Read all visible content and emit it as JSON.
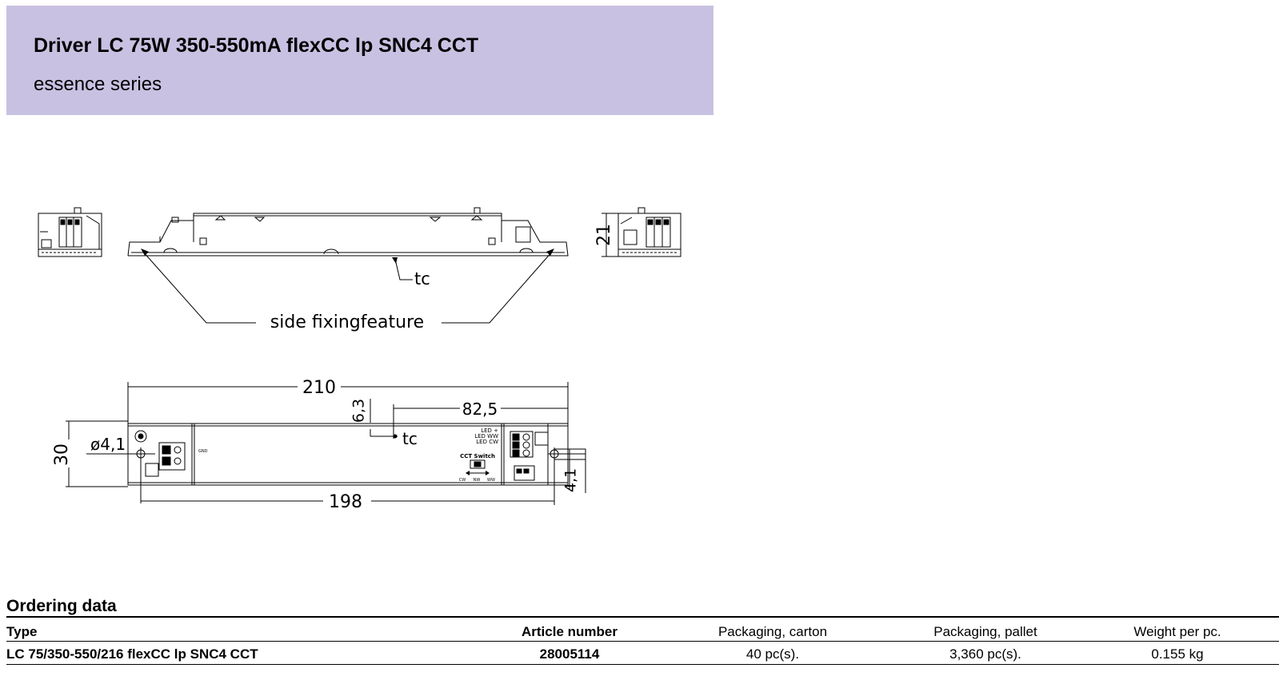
{
  "header": {
    "title": "Driver LC 75W 350-550mA flexCC lp SNC4 CCT",
    "subtitle": "essence series"
  },
  "drawing": {
    "label_tc": "tc",
    "label_side_fixing": "side fixingfeature",
    "dim_length": "210",
    "dim_hole_spacing": "198",
    "dim_width": "30",
    "dim_height": "21",
    "dim_hole_diameter": "ø4,1",
    "dim_tc_x": "82,5",
    "dim_tc_y": "6,3",
    "dim_hole_offset": "4,1",
    "label_led_plus": "LED +",
    "label_led_ww": "LED WW",
    "label_led_cw": "LED CW",
    "label_cct_switch": "CCT Switch",
    "label_cw": "CW",
    "label_nw": "NW",
    "label_ww": "WW",
    "label_gnd": "GND"
  },
  "ordering": {
    "title": "Ordering data",
    "columns": [
      "Type",
      "Article number",
      "Packaging, carton",
      "Packaging, pallet",
      "Weight per pc."
    ],
    "rows": [
      [
        "LC 75/350-550/216 flexCC lp SNC4  CCT",
        "28005114",
        "40 pc(s).",
        "3,360 pc(s).",
        "0.155 kg"
      ]
    ]
  }
}
